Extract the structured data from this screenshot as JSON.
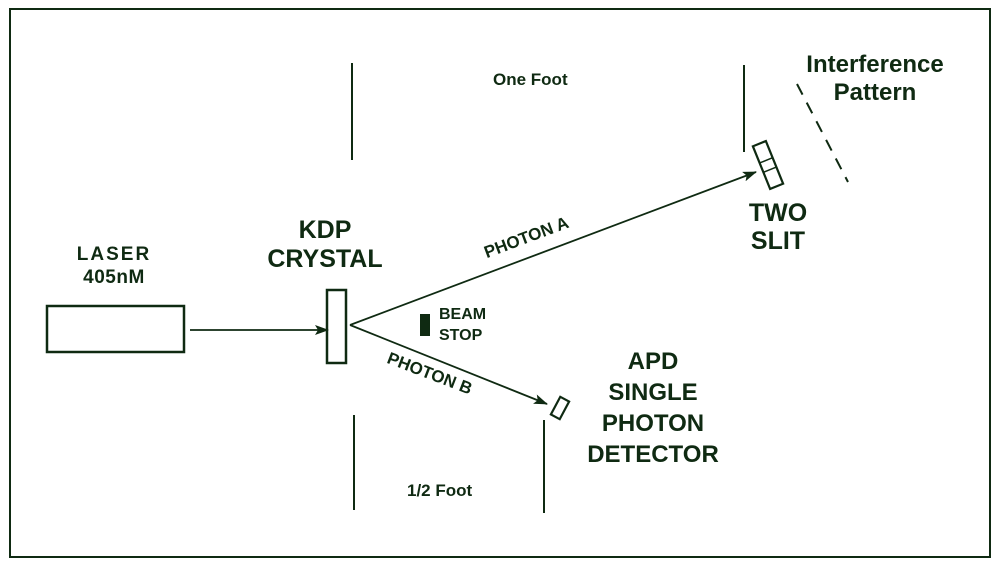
{
  "colors": {
    "ink": "#0f2a12",
    "background": "#ffffff"
  },
  "labels": {
    "laser_line1": "LASER",
    "laser_line2": "405nM",
    "kdp_line1": "KDP",
    "kdp_line2": "CRYSTAL",
    "one_foot": "One Foot",
    "half_foot": "1/2 Foot",
    "interference_line1": "Interference",
    "interference_line2": "Pattern",
    "two_slit_line1": "TWO",
    "two_slit_line2": "SLIT",
    "photon_a": "PHOTON A",
    "photon_b": "PHOTON B",
    "beam_stop_line1": "BEAM",
    "beam_stop_line2": "STOP",
    "apd_line1": "APD",
    "apd_line2": "SINGLE",
    "apd_line3": "PHOTON",
    "apd_line4": "DETECTOR"
  }
}
